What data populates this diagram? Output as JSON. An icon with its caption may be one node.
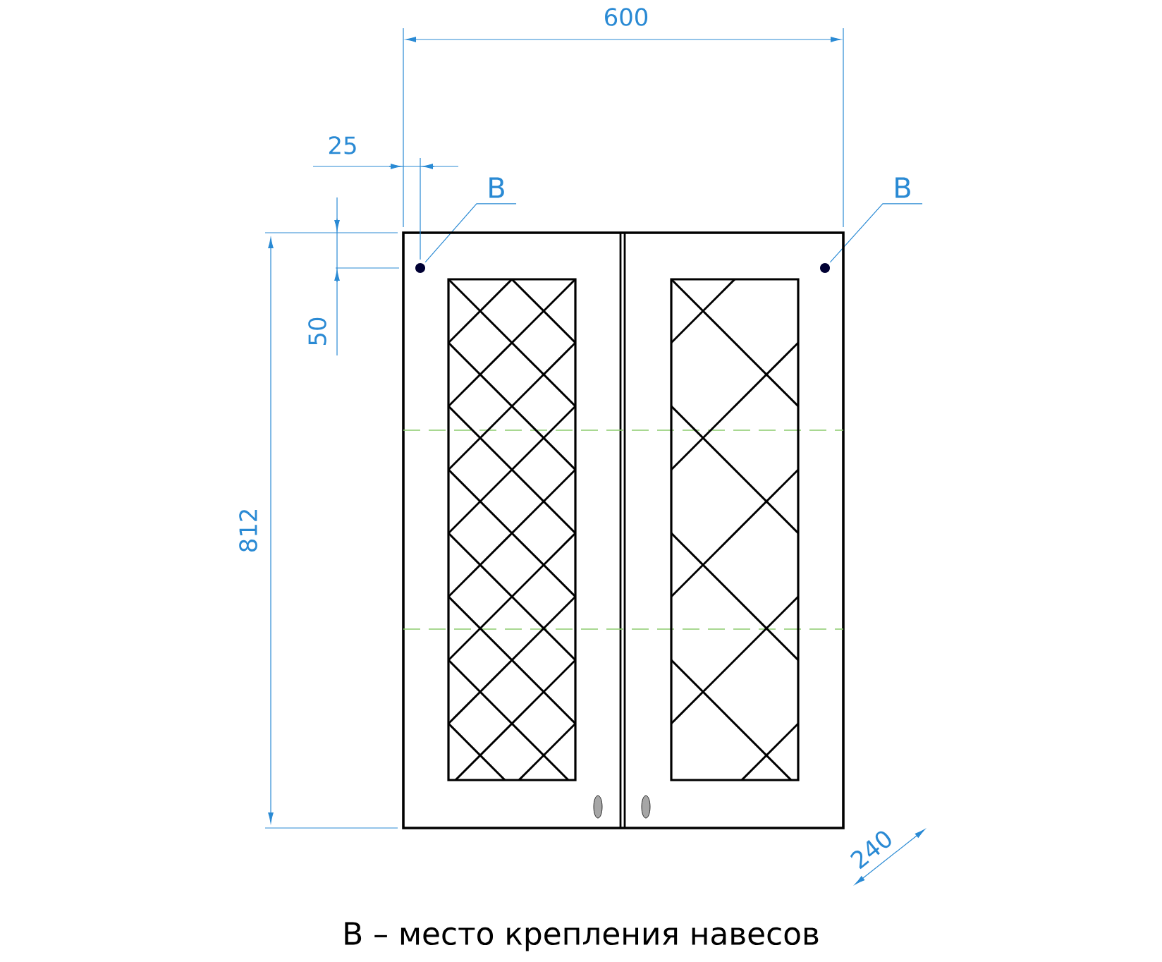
{
  "diagram": {
    "caption": "В – место крепления навесов",
    "nodes": [
      {
        "text": [
          "В"
        ]
      },
      {
        "text": [],
        "shape": "circle"
      },
      {
        "text": [
          "В"
        ]
      },
      {
        "text": [],
        "shape": "circle"
      }
    ],
    "edges": [
      {
        "from": 0,
        "to": 1,
        "arrow": "none"
      },
      {
        "from": 2,
        "to": 3,
        "arrow": "none"
      }
    ],
    "labels": [
      "600",
      "25",
      "50",
      "812",
      "240"
    ]
  }
}
